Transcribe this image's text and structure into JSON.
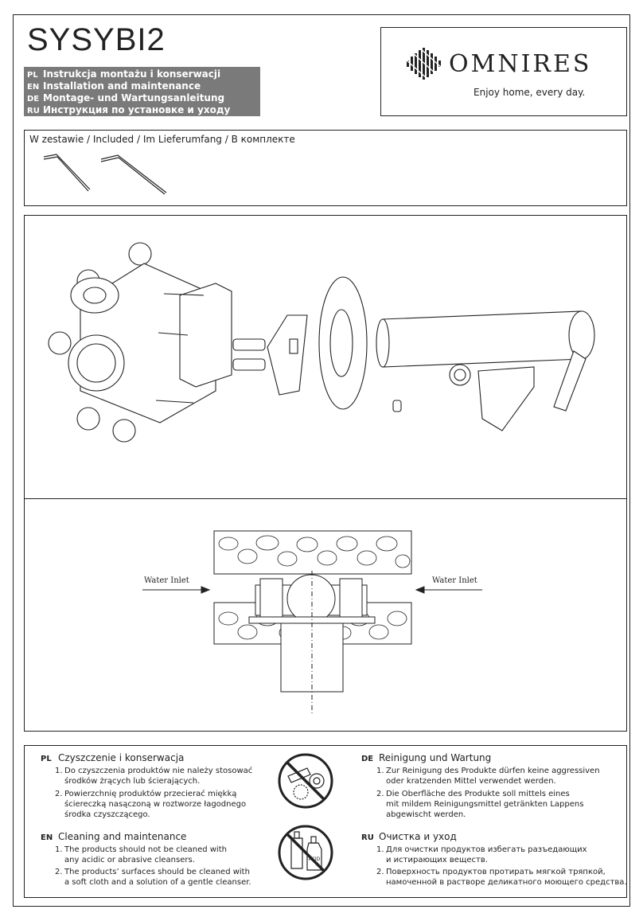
{
  "header": {
    "model": "SYSYBI2",
    "languages": [
      {
        "code": "PL",
        "title": "Instrukcja montażu i konserwacji"
      },
      {
        "code": "EN",
        "title": "Installation and maintenance"
      },
      {
        "code": "DE",
        "title": "Montage- und Wartungsanleitung"
      },
      {
        "code": "RU",
        "title": "Инструкция по установке и уходу"
      }
    ]
  },
  "brand": {
    "name": "OMNIRES",
    "tagline": "Enjoy home, every day."
  },
  "included": {
    "title": "W zestawie / Included / Im Lieferumfang / В комплекте"
  },
  "installation": {
    "left_inlet": "Water Inlet",
    "right_inlet": "Water Inlet"
  },
  "maintenance": {
    "pl": {
      "code": "PL",
      "title": "Czyszczenie i konserwacja",
      "items": [
        {
          "num": "1.",
          "l1": "Do czyszczenia produktów nie należy stosować",
          "l2": "środków żrących lub ścierających.",
          "l3": ""
        },
        {
          "num": "2.",
          "l1": "Powierzchnię produktów przecierać miękką",
          "l2": "ściereczką nasączoną w roztworze łagodnego",
          "l3": "środka czyszczącego."
        }
      ]
    },
    "en": {
      "code": "EN",
      "title": "Cleaning and maintenance",
      "items": [
        {
          "num": "1.",
          "l1": "The products should not be cleaned with",
          "l2": "any acidic or abrasive cleansers."
        },
        {
          "num": "2.",
          "l1": "The products’ surfaces should be cleaned with",
          "l2": "a soft cloth and a solution of a gentle cleanser."
        }
      ]
    },
    "de": {
      "code": "DE",
      "title": "Reinigung und Wartung",
      "items": [
        {
          "num": "1.",
          "l1": "Zur Reinigung des Produkte dürfen keine aggressiven",
          "l2": "oder kratzenden Mittel verwendet werden.",
          "l3": ""
        },
        {
          "num": "2.",
          "l1": "Die Oberfläche des Produkte soll mittels eines",
          "l2": "mit mildem Reinigungsmittel getränkten Lappens",
          "l3": "abgewischt werden."
        }
      ]
    },
    "ru": {
      "code": "RU",
      "title": "Очистка и уход",
      "items": [
        {
          "num": "1.",
          "l1": "Для очистки продуктов избегать разъедающих",
          "l2": "и истирающих веществ."
        },
        {
          "num": "2.",
          "l1": "Поверхность продуктов протирать мягкой тряпкой,",
          "l2": "намоченной в растворе деликатного моющего средства."
        }
      ]
    },
    "acid_label": "ACID"
  },
  "colors": {
    "band": "#7a7a7a",
    "line": "#222222"
  }
}
